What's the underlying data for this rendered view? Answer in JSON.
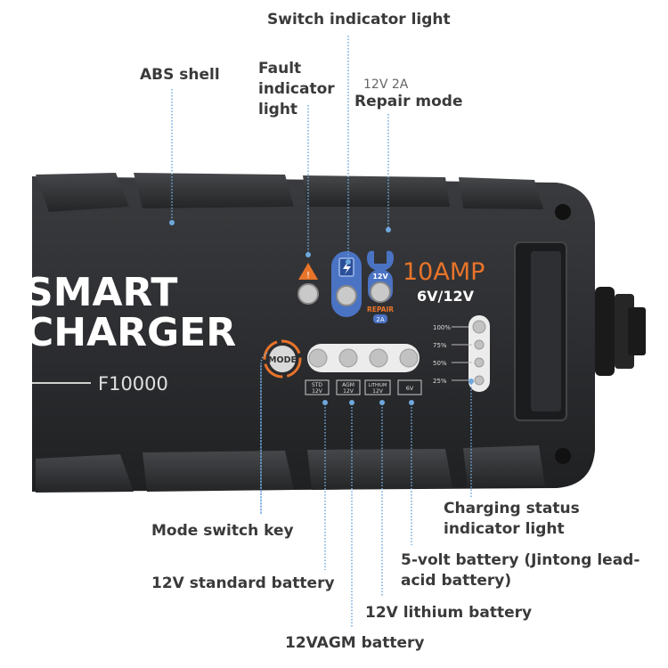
{
  "device": {
    "brand_line1": "SMART",
    "brand_line2": "CHARGER",
    "model": "F10000",
    "amp_rating": "10AMP",
    "voltage": "6V/12V",
    "mode_button": "MODE",
    "repair_icon_label": "12V",
    "repair_icon_text": "REPAIR",
    "repair_icon_amp": "2A",
    "battery_modes": [
      {
        "line1": "STD",
        "line2": "12V"
      },
      {
        "line1": "AGM",
        "line2": "12V"
      },
      {
        "line1": "LITHIUM",
        "line2": "12V"
      },
      {
        "line1": "6V",
        "line2": ""
      }
    ],
    "charge_levels": [
      "100%",
      "75%",
      "50%",
      "25%"
    ]
  },
  "callouts": {
    "switch_indicator": "Switch indicator light",
    "abs_shell": "ABS shell",
    "fault_indicator": "Fault indicator light",
    "repair_mode_sub": "12V 2A",
    "repair_mode": "Repair mode",
    "mode_switch_key": "Mode switch key",
    "charging_status": "Charging status indicator light",
    "five_volt": "5-volt battery (Jintong lead-acid battery)",
    "std_battery": "12V standard battery",
    "lithium_battery": "12V lithium battery",
    "agm_battery": "12VAGM battery"
  },
  "colors": {
    "body": "#2b2c2e",
    "body_dark": "#1c1d1f",
    "accent_blue": "#4a73c4",
    "fault_orange": "#e8742a",
    "mode_ring": "#e8742a",
    "leader_line": "#6fa8dc",
    "text": "#3a3a3a"
  }
}
